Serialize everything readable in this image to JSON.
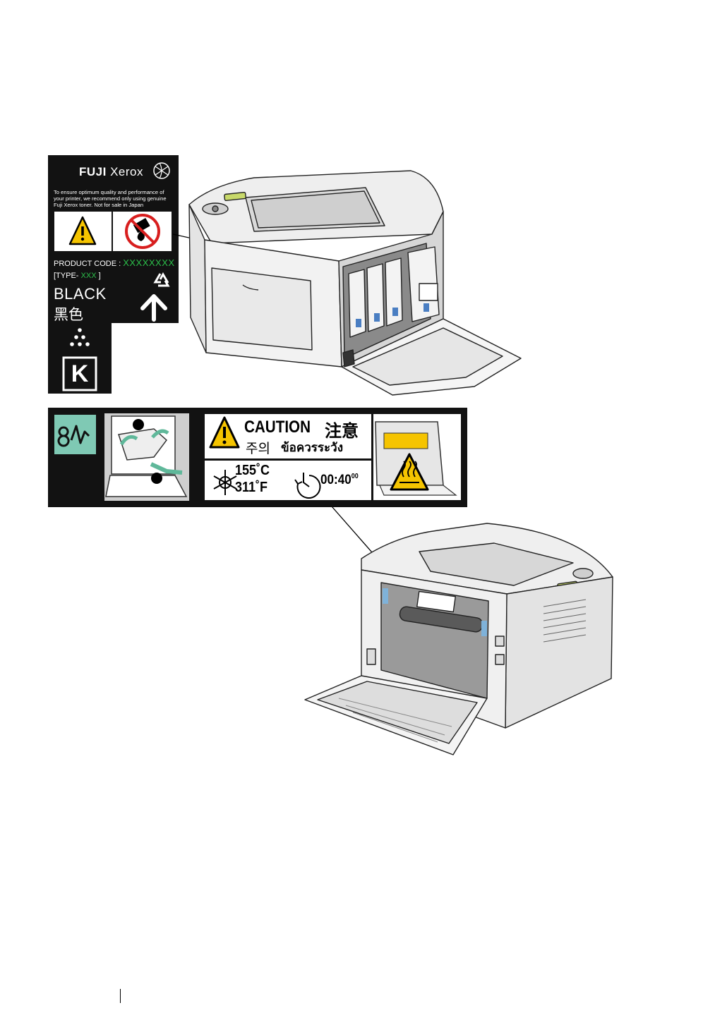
{
  "toner_label": {
    "brand": "FUJI",
    "brand_light": "Xerox",
    "notice": "To ensure optimum quality and performance of your printer, we recommend only using genuine Fuji Xerox toner.  Not for sale in Japan",
    "product_code_label": "PRODUCT CODE :",
    "product_code_value": "XXXXXXXX",
    "type_open": "[TYPE-",
    "type_value": "XXX",
    "type_close": "]",
    "color_en": "BLACK",
    "color_jp": "黑色",
    "color_letter": "K",
    "icons": [
      "xerox-sphere-icon",
      "warning-icon",
      "no-fire-icon",
      "recycle-icon",
      "up-arrow-icon",
      "toner-dots-icon"
    ]
  },
  "caution_label": {
    "step_1": "❶",
    "step_2": "❷",
    "caution_en": "CAUTION",
    "caution_jp": "注意",
    "caution_ko": "주의",
    "caution_th": "ข้อควรระวัง",
    "temp_c": "155˚C",
    "temp_f": "311˚F",
    "timer": "00:40",
    "timer_sup": "00",
    "icons": [
      "paper-jam-icon",
      "warning-icon",
      "snowflake-icon",
      "clock-icon",
      "hot-surface-icon"
    ]
  },
  "colors": {
    "label_bg": "#111111",
    "code_green": "#2bbf4a",
    "panel_teal": "#7fc9b4",
    "hot_yellow": "#f5c400"
  }
}
